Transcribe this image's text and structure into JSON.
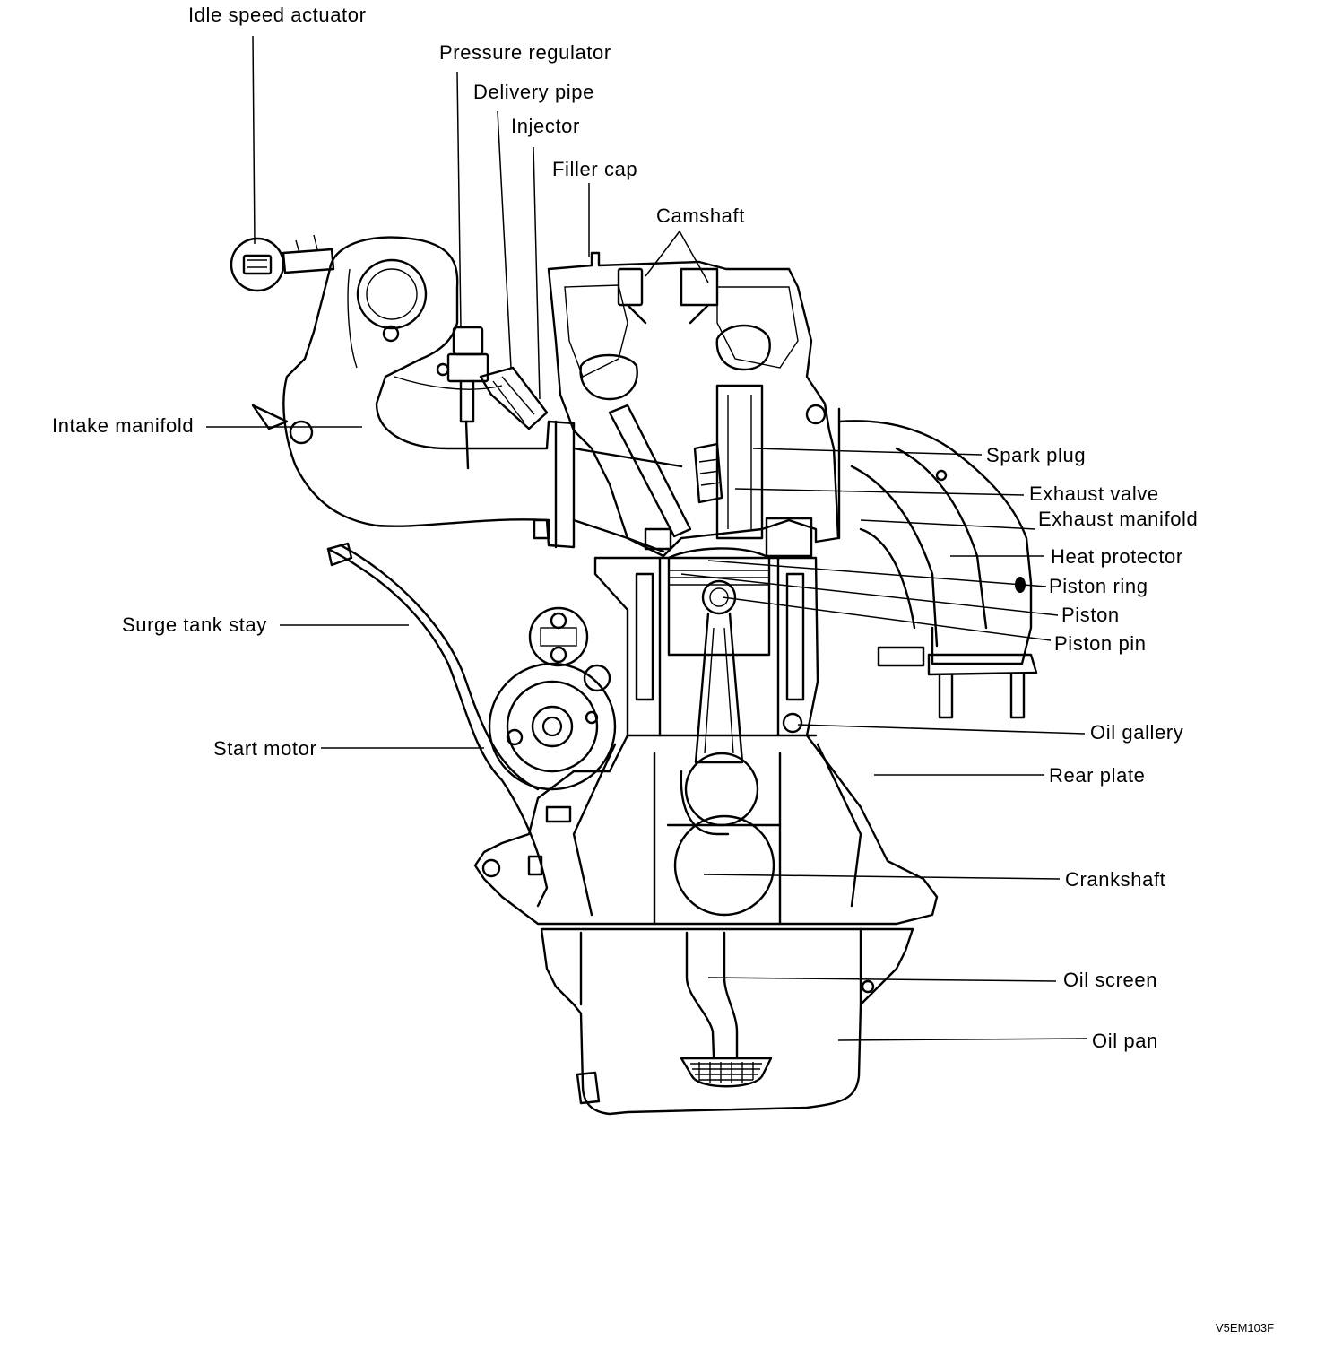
{
  "labels": {
    "idle_speed_actuator": "Idle speed actuator",
    "pressure_regulator": "Pressure regulator",
    "delivery_pipe": "Delivery pipe",
    "injector": "Injector",
    "filler_cap": "Filler cap",
    "camshaft": "Camshaft",
    "intake_manifold": "Intake manifold",
    "spark_plug": "Spark plug",
    "exhaust_valve": "Exhaust valve",
    "exhaust_manifold": "Exhaust manifold",
    "heat_protector": "Heat protector",
    "piston_ring": "Piston ring",
    "piston": "Piston",
    "piston_pin": "Piston pin",
    "surge_tank_stay": "Surge tank stay",
    "oil_gallery": "Oil gallery",
    "start_motor": "Start motor",
    "rear_plate": "Rear plate",
    "crankshaft": "Crankshaft",
    "oil_screen": "Oil screen",
    "oil_pan": "Oil pan"
  },
  "figure_code": "V5EM103F"
}
